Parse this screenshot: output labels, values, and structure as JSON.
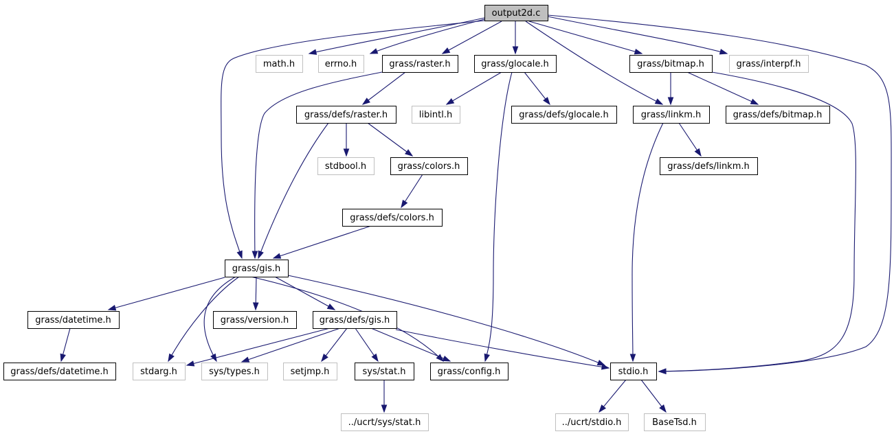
{
  "colors": {
    "edge": "#191970",
    "node_border": "#000000",
    "node_border_external": "#bfbfbf",
    "node_fill": "#ffffff",
    "root_fill": "#bfbfbf",
    "text": "#000000"
  },
  "nodes": [
    {
      "id": "output2d",
      "label": "output2d.c",
      "style": "root"
    },
    {
      "id": "math",
      "label": "math.h",
      "style": "external"
    },
    {
      "id": "errno",
      "label": "errno.h",
      "style": "external"
    },
    {
      "id": "raster",
      "label": "grass/raster.h",
      "style": "local"
    },
    {
      "id": "glocale",
      "label": "grass/glocale.h",
      "style": "local"
    },
    {
      "id": "bitmap",
      "label": "grass/bitmap.h",
      "style": "local"
    },
    {
      "id": "interpf",
      "label": "grass/interpf.h",
      "style": "external"
    },
    {
      "id": "defsraster",
      "label": "grass/defs/raster.h",
      "style": "local"
    },
    {
      "id": "libintl",
      "label": "libintl.h",
      "style": "external"
    },
    {
      "id": "defsglocale",
      "label": "grass/defs/glocale.h",
      "style": "local"
    },
    {
      "id": "linkm",
      "label": "grass/linkm.h",
      "style": "local"
    },
    {
      "id": "defsbitmap",
      "label": "grass/defs/bitmap.h",
      "style": "local"
    },
    {
      "id": "stdbool",
      "label": "stdbool.h",
      "style": "external"
    },
    {
      "id": "colors",
      "label": "grass/colors.h",
      "style": "local"
    },
    {
      "id": "defslinkm",
      "label": "grass/defs/linkm.h",
      "style": "local"
    },
    {
      "id": "defscolors",
      "label": "grass/defs/colors.h",
      "style": "local"
    },
    {
      "id": "gis",
      "label": "grass/gis.h",
      "style": "local"
    },
    {
      "id": "datetime",
      "label": "grass/datetime.h",
      "style": "local"
    },
    {
      "id": "version",
      "label": "grass/version.h",
      "style": "local"
    },
    {
      "id": "defsgis",
      "label": "grass/defs/gis.h",
      "style": "local"
    },
    {
      "id": "defsdatetime",
      "label": "grass/defs/datetime.h",
      "style": "local"
    },
    {
      "id": "stdarg",
      "label": "stdarg.h",
      "style": "external"
    },
    {
      "id": "systypes",
      "label": "sys/types.h",
      "style": "external"
    },
    {
      "id": "setjmp",
      "label": "setjmp.h",
      "style": "external"
    },
    {
      "id": "sysstat",
      "label": "sys/stat.h",
      "style": "local"
    },
    {
      "id": "config",
      "label": "grass/config.h",
      "style": "local"
    },
    {
      "id": "stdio",
      "label": "stdio.h",
      "style": "local"
    },
    {
      "id": "ucrtsysstat",
      "label": "../ucrt/sys/stat.h",
      "style": "external"
    },
    {
      "id": "ucrtstdio",
      "label": "../ucrt/stdio.h",
      "style": "external"
    },
    {
      "id": "basetsd",
      "label": "BaseTsd.h",
      "style": "external"
    }
  ],
  "edges": [
    {
      "from": "output2d",
      "to": "math"
    },
    {
      "from": "output2d",
      "to": "errno"
    },
    {
      "from": "output2d",
      "to": "raster"
    },
    {
      "from": "output2d",
      "to": "glocale"
    },
    {
      "from": "output2d",
      "to": "bitmap"
    },
    {
      "from": "output2d",
      "to": "interpf"
    },
    {
      "from": "output2d",
      "to": "linkm"
    },
    {
      "from": "output2d",
      "to": "gis"
    },
    {
      "from": "output2d",
      "to": "stdio"
    },
    {
      "from": "raster",
      "to": "defsraster"
    },
    {
      "from": "raster",
      "to": "gis"
    },
    {
      "from": "glocale",
      "to": "libintl"
    },
    {
      "from": "glocale",
      "to": "defsglocale"
    },
    {
      "from": "glocale",
      "to": "config"
    },
    {
      "from": "bitmap",
      "to": "linkm"
    },
    {
      "from": "bitmap",
      "to": "defsbitmap"
    },
    {
      "from": "bitmap",
      "to": "stdio"
    },
    {
      "from": "defsraster",
      "to": "stdbool"
    },
    {
      "from": "defsraster",
      "to": "colors"
    },
    {
      "from": "defsraster",
      "to": "gis"
    },
    {
      "from": "linkm",
      "to": "defslinkm"
    },
    {
      "from": "linkm",
      "to": "stdio"
    },
    {
      "from": "colors",
      "to": "defscolors"
    },
    {
      "from": "defscolors",
      "to": "gis"
    },
    {
      "from": "gis",
      "to": "datetime"
    },
    {
      "from": "gis",
      "to": "version"
    },
    {
      "from": "gis",
      "to": "defsgis"
    },
    {
      "from": "gis",
      "to": "stdarg"
    },
    {
      "from": "gis",
      "to": "systypes"
    },
    {
      "from": "gis",
      "to": "config"
    },
    {
      "from": "gis",
      "to": "stdio"
    },
    {
      "from": "datetime",
      "to": "defsdatetime"
    },
    {
      "from": "defsgis",
      "to": "stdarg"
    },
    {
      "from": "defsgis",
      "to": "systypes"
    },
    {
      "from": "defsgis",
      "to": "setjmp"
    },
    {
      "from": "defsgis",
      "to": "sysstat"
    },
    {
      "from": "defsgis",
      "to": "config"
    },
    {
      "from": "defsgis",
      "to": "stdio"
    },
    {
      "from": "sysstat",
      "to": "ucrtsysstat"
    },
    {
      "from": "stdio",
      "to": "ucrtstdio"
    },
    {
      "from": "stdio",
      "to": "basetsd"
    }
  ]
}
